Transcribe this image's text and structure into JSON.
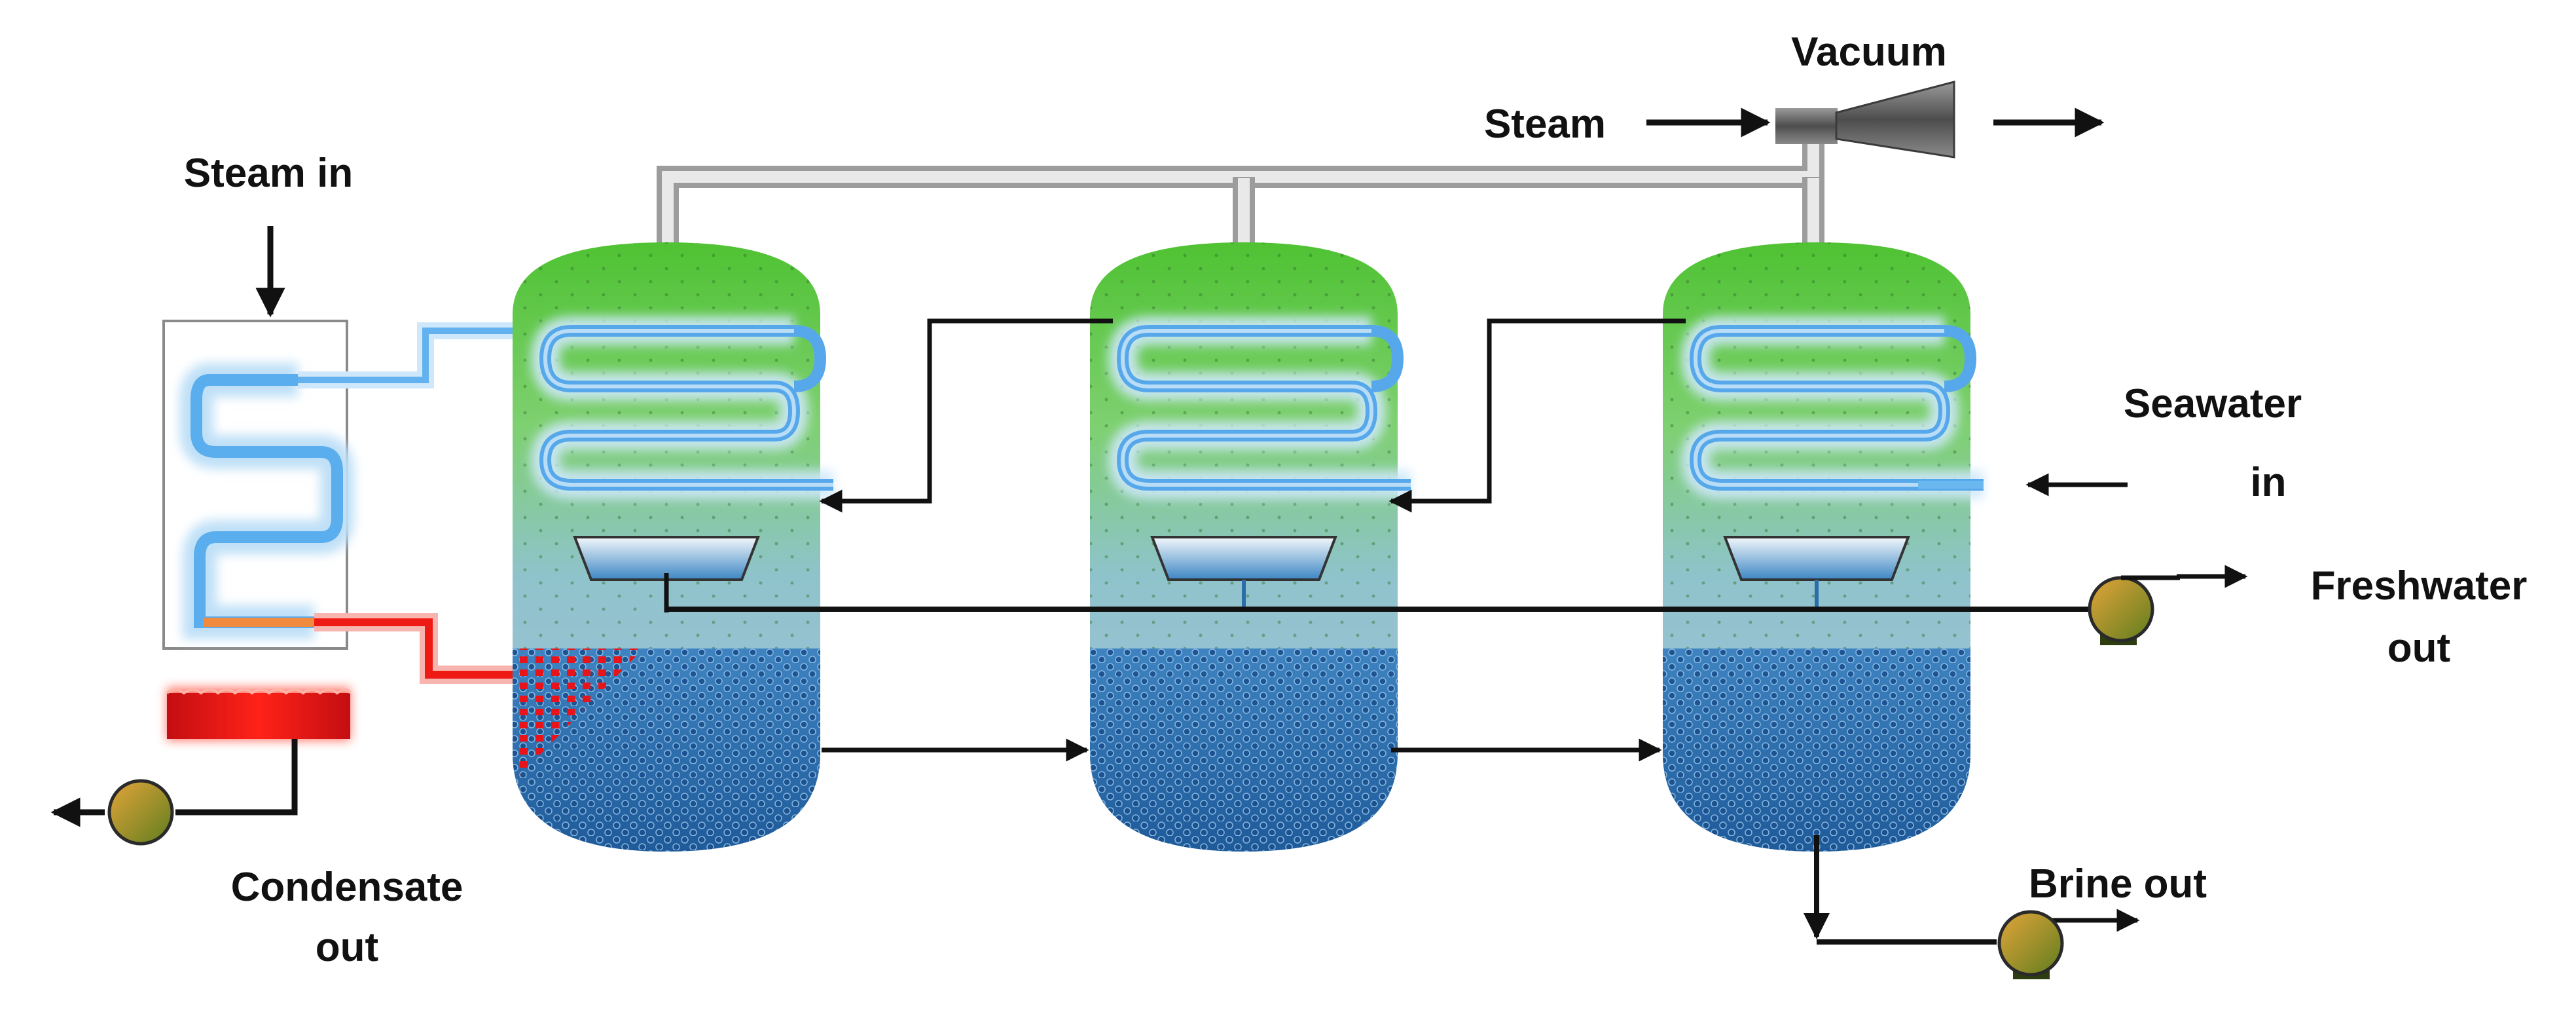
{
  "labels": {
    "steam_in": "Steam in",
    "condensate_out_line1": "Condensate",
    "condensate_out_line2": "out",
    "vacuum": "Vacuum",
    "steam": "Steam",
    "seawater_in_line1": "Seawater",
    "seawater_in_line2": "in",
    "freshwater_out_line1": "Freshwater",
    "freshwater_out_line2": "out",
    "brine_out": "Brine out"
  },
  "colors": {
    "vessel_vapor_top": "#58c53c",
    "vessel_mid": "#8fc3ce",
    "brine_water": "#2f73b3",
    "coil_blue": "#58a9ea",
    "coil_glow": "#cfe8fa",
    "hot_red": "#ee1b14",
    "hot_orange": "#f4a96b",
    "pipe_gray": "#a9a9a9",
    "pump_body": "#6f8a26",
    "pump_highlight": "#e3a436",
    "ejector_gray": "#707070"
  },
  "icons": [
    "pump-icon",
    "steam-ejector-icon",
    "flow-arrow-icon"
  ]
}
